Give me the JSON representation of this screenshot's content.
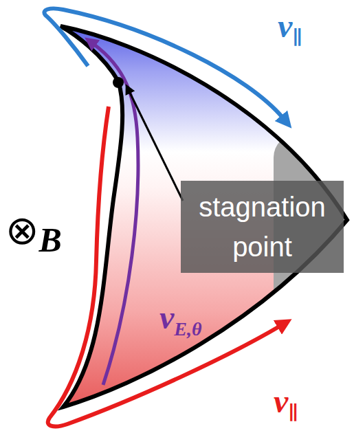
{
  "diagram": {
    "nodes": [
      {
        "text": [
          "stagnation point"
        ]
      }
    ],
    "labels": [
      "v∥",
      "⊗B",
      "vE,θ",
      "v∥"
    ]
  }
}
